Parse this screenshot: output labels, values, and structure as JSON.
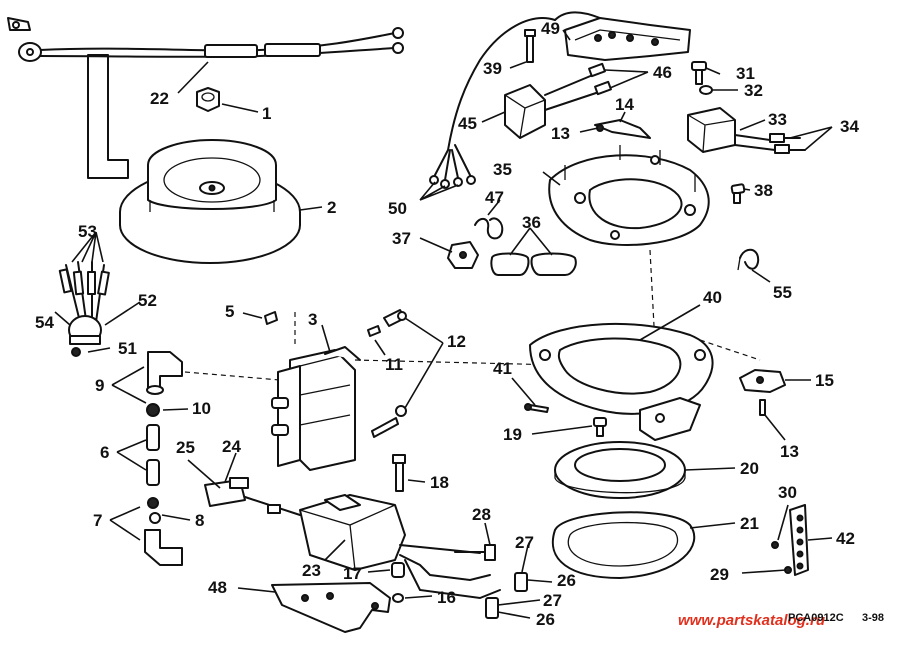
{
  "callouts": [
    "1",
    "2",
    "3",
    "5",
    "6",
    "7",
    "8",
    "9",
    "10",
    "11",
    "12",
    "13",
    "13",
    "14",
    "15",
    "16",
    "17",
    "18",
    "19",
    "20",
    "21",
    "22",
    "23",
    "24",
    "25",
    "26",
    "26",
    "27",
    "27",
    "28",
    "29",
    "30",
    "31",
    "32",
    "33",
    "34",
    "35",
    "36",
    "37",
    "38",
    "39",
    "40",
    "41",
    "42",
    "45",
    "46",
    "47",
    "48",
    "49",
    "50",
    "51",
    "52",
    "53",
    "54",
    "55"
  ],
  "figure_code": "PCA0912C",
  "date_code": "3-98",
  "watermark": "www.partskatalog.ru",
  "colors": {
    "line": "#111111",
    "watermark": "#e0301e",
    "background": "#ffffff"
  }
}
